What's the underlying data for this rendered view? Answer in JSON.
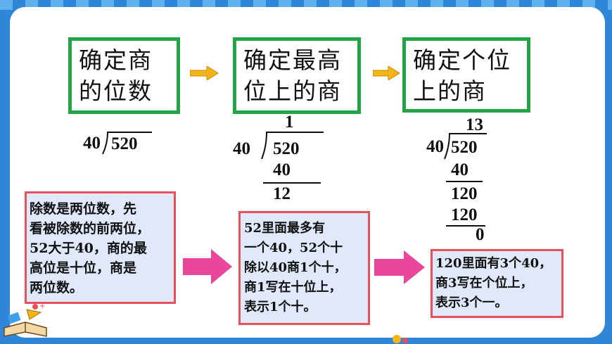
{
  "steps": [
    {
      "lines": [
        "确定商",
        "的位数"
      ]
    },
    {
      "lines": [
        "确定最高",
        "位上的商"
      ]
    },
    {
      "lines": [
        "确定个位",
        "上的商"
      ]
    }
  ],
  "calc1": {
    "divisor": "40",
    "dividend": "520"
  },
  "calc2": {
    "quotient": "1",
    "divisor": "40",
    "dividend": "520",
    "product": "40",
    "remainder": "12"
  },
  "calc3": {
    "quotient": "13",
    "divisor": "40",
    "dividend": "520",
    "product1": "40",
    "partial": "120",
    "product2": "120",
    "remainder": "0"
  },
  "notes": [
    {
      "lines": [
        "除数是两位数，先",
        "看被除数的前两位，",
        "52大于40，商的最",
        "高位是十位，商是",
        "两位数。"
      ]
    },
    {
      "lines": [
        " 52里面最多有",
        "一个40，52个十",
        "除以40商1个十，",
        "商1写在十位上，",
        "表示1个十。"
      ]
    },
    {
      "lines": [
        "120里面有3个40，",
        "商3写在个位上，",
        "表示3个一。"
      ]
    }
  ],
  "colors": {
    "step_border": "#22a447",
    "note_border": "#e8515c",
    "note_bg": "#dfe9f9",
    "big_arrow": "#e8479a",
    "small_arrow": "#f2b418"
  }
}
